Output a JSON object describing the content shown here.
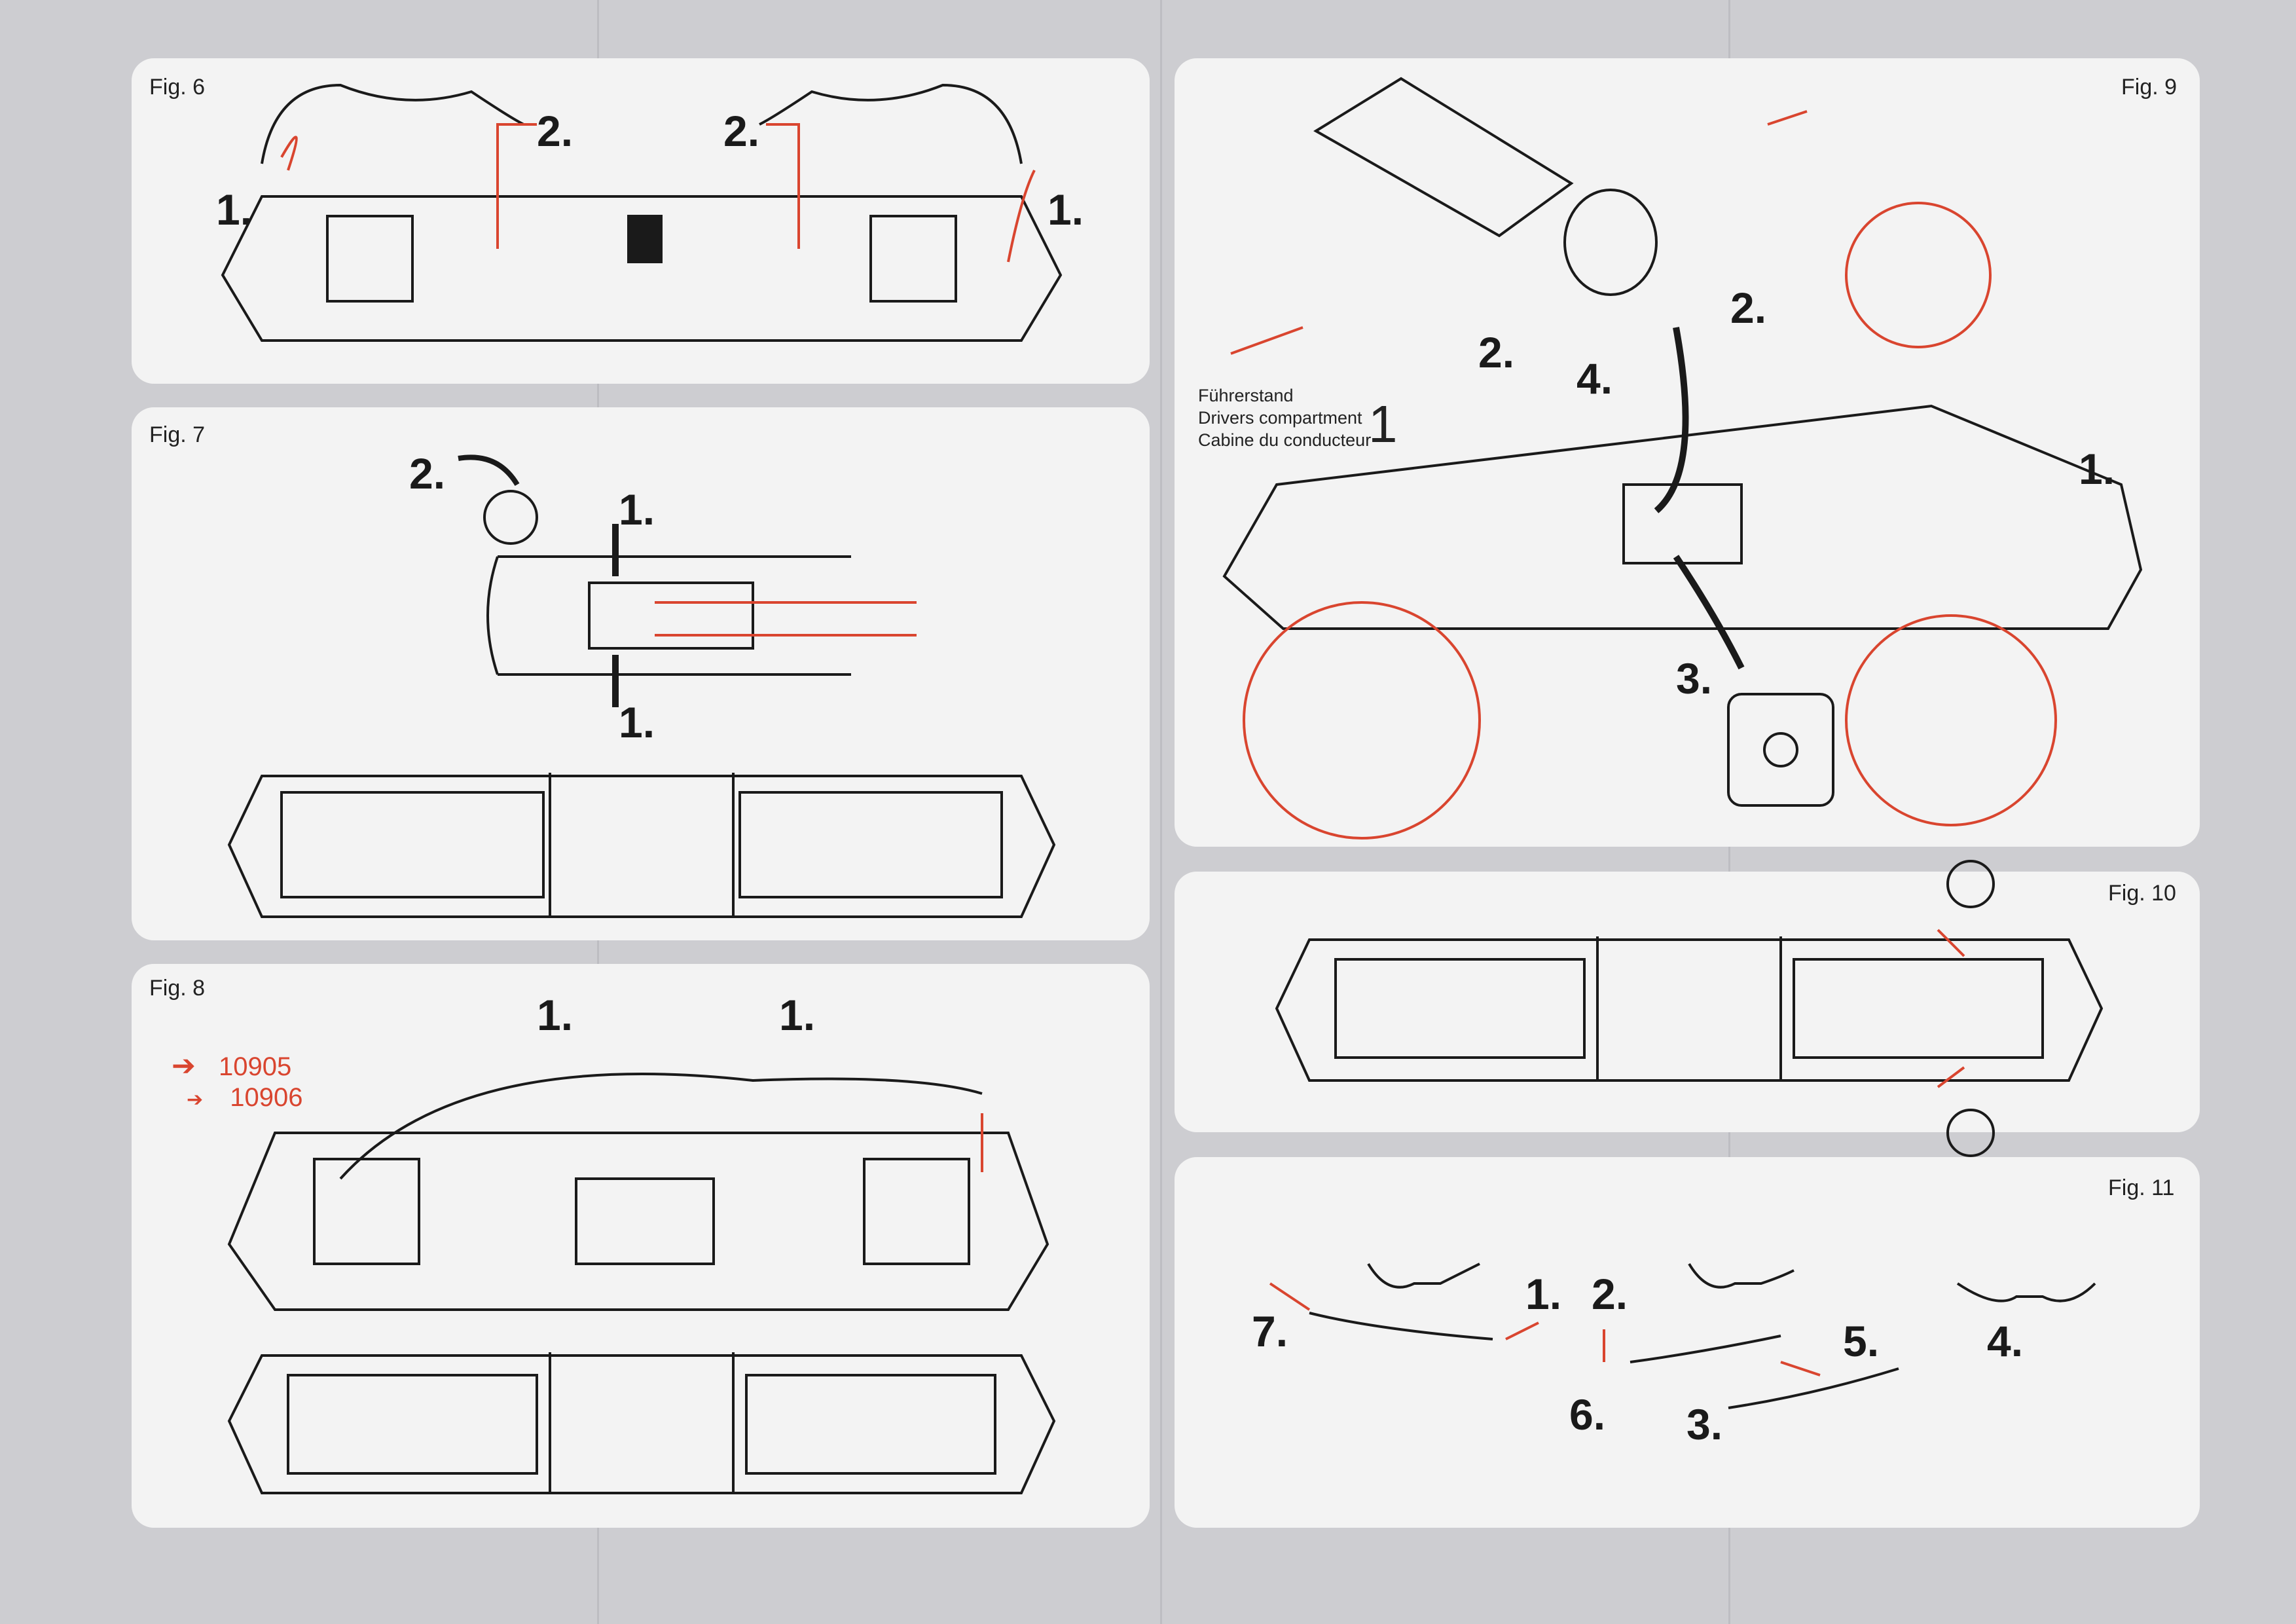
{
  "figures": {
    "fig6": {
      "label": "Fig. 6",
      "steps": [
        "1.",
        "2.",
        "2.",
        "1."
      ]
    },
    "fig7": {
      "label": "Fig. 7",
      "steps": [
        "2.",
        "1.",
        "1."
      ]
    },
    "fig8": {
      "label": "Fig. 8",
      "steps": [
        "1.",
        "1."
      ],
      "legend": [
        {
          "arrow": "large-arrow",
          "text": "10905"
        },
        {
          "arrow": "small-arrow",
          "text": "10906"
        }
      ]
    },
    "fig9": {
      "label": "Fig. 9",
      "steps": [
        "2.",
        "4.",
        "2.",
        "1.",
        "3."
      ],
      "caption": [
        "Führerstand",
        "Drivers compartment",
        "Cabine du conducteur"
      ],
      "caption_number": "1"
    },
    "fig10": {
      "label": "Fig. 10"
    },
    "fig11": {
      "label": "Fig. 11",
      "steps": [
        "7.",
        "1.",
        "2.",
        "6.",
        "3.",
        "5.",
        "4."
      ]
    }
  },
  "colors": {
    "accent": "#d9452f",
    "background": "#cdcdd1",
    "panel": "#f3f3f3",
    "line": "#1a1a1a"
  }
}
